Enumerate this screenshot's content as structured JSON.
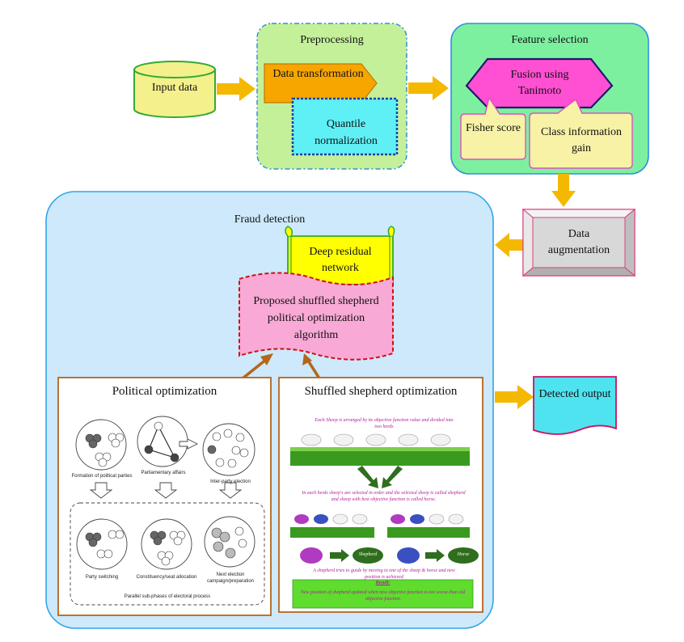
{
  "input": {
    "label": "Input data"
  },
  "preprocessing": {
    "title": "Preprocessing",
    "data_transformation": "Data transformation",
    "quantile_normalization": "Quantile normalization"
  },
  "feature_selection": {
    "title": "Feature selection",
    "fusion": "Fusion using Tanimoto",
    "fisher": "Fisher score",
    "class_info": "Class information gain"
  },
  "augmentation": {
    "label": "Data augmentation"
  },
  "fraud": {
    "title": "Fraud detection",
    "drn": "Deep residual network",
    "proposed": "Proposed shuffled shepherd political optimization algorithm"
  },
  "political": {
    "title": "Political optimization",
    "formation": "Formation of political parties",
    "parliamentary": "Parliamentary affairs",
    "interparty": "Inter-party election",
    "switching": "Party switching",
    "constituency": "Constituency/seat allocation",
    "campaign": "Next election campaign/preparation",
    "parallel": "Parallel sub-phases of electoral process"
  },
  "shepherd": {
    "title": "Shuffled shepherd optimization",
    "step1": "Each Sheep is arranged by its objective function value and divided into two herds",
    "step2": "In each herds sheep's are selected in order and the selected sheep is called shepherd and sheep with best objective function is called horse.",
    "shepherd_label": "Shepherd",
    "horse_label": "Horse",
    "step3": "A shepherd tries to guide by moving to one of the sheep & horse and new position is achieved",
    "result_title": "Result:",
    "result_text": "New position of shepherd updated when new objective function is not worse than old objective function"
  },
  "output": {
    "label": "Detected output"
  },
  "colors": {
    "preprocessing_bg": "#c5f09a",
    "feature_bg": "#7df0a0",
    "fraud_bg": "#cde9fb",
    "arrow": "#f5b800",
    "magenta": "#ff4fd2",
    "data_transformation": "#f7a600",
    "quantile": "#5ff0f5",
    "drn": "#ffff00",
    "proposed": "#f9a9d6",
    "output": "#4fe3f0",
    "augmentation": "#d8d8d8",
    "brown": "#b5651d"
  }
}
